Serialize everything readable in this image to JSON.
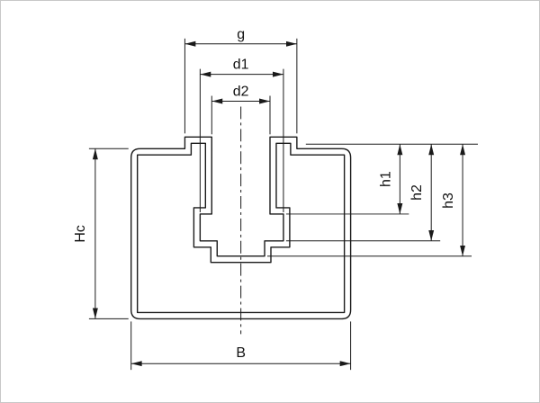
{
  "labels": {
    "g": "g",
    "d1": "d1",
    "d2": "d2",
    "h1": "h1",
    "h2": "h2",
    "h3": "h3",
    "hc": "Hc",
    "b": "B"
  },
  "colors": {
    "line": "#1a1a1a",
    "text": "#111111",
    "background": "#ffffff",
    "border": "#c8c8c8"
  }
}
